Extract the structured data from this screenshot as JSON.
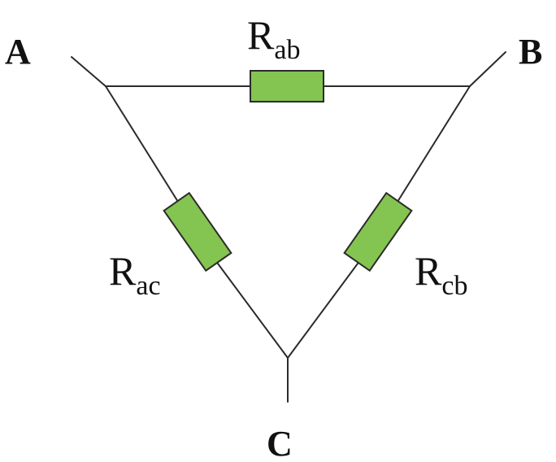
{
  "diagram": {
    "nodes": {
      "a": "A",
      "b": "B",
      "c": "C"
    },
    "resistors": {
      "ab": {
        "symbol": "R",
        "subscript": "ab"
      },
      "ac": {
        "symbol": "R",
        "subscript": "ac"
      },
      "cb": {
        "symbol": "R",
        "subscript": "cb"
      }
    },
    "colors": {
      "resistor_fill": "#84c450",
      "wire": "#2b2b2b",
      "text": "#111111"
    }
  }
}
